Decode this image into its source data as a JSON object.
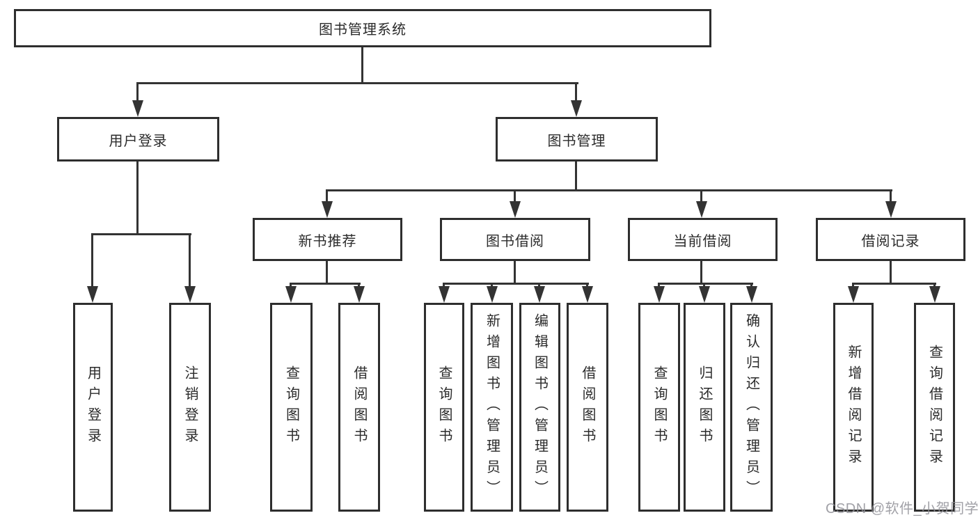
{
  "diagram": {
    "root": {
      "label": "图书管理系统"
    },
    "level2": [
      {
        "label": "用户登录"
      },
      {
        "label": "图书管理"
      }
    ],
    "level3": [
      {
        "label": "新书推荐"
      },
      {
        "label": "图书借阅"
      },
      {
        "label": "当前借阅"
      },
      {
        "label": "借阅记录"
      }
    ],
    "leaves": [
      {
        "label": "用户登录",
        "parent": "用户登录"
      },
      {
        "label": "注销登录",
        "parent": "用户登录"
      },
      {
        "label": "查询图书",
        "parent": "新书推荐"
      },
      {
        "label": "借阅图书",
        "parent": "新书推荐"
      },
      {
        "label": "查询图书",
        "parent": "图书借阅"
      },
      {
        "label": "新增图书（管理员）",
        "parent": "图书借阅"
      },
      {
        "label": "编辑图书（管理员）",
        "parent": "图书借阅"
      },
      {
        "label": "借阅图书",
        "parent": "图书借阅"
      },
      {
        "label": "查询图书",
        "parent": "当前借阅"
      },
      {
        "label": "归还图书",
        "parent": "当前借阅"
      },
      {
        "label": "确认归还（管理员）",
        "parent": "当前借阅"
      },
      {
        "label": "新增借阅记录",
        "parent": "借阅记录"
      },
      {
        "label": "查询借阅记录",
        "parent": "借阅记录"
      }
    ],
    "colors": {
      "line": "#333333",
      "border": "#2e2e2e",
      "text": "#2b2b2b",
      "watermark": "#919198",
      "background": "#ffffff"
    }
  },
  "watermark": {
    "text": "CSDN @软件_小贺同学"
  }
}
